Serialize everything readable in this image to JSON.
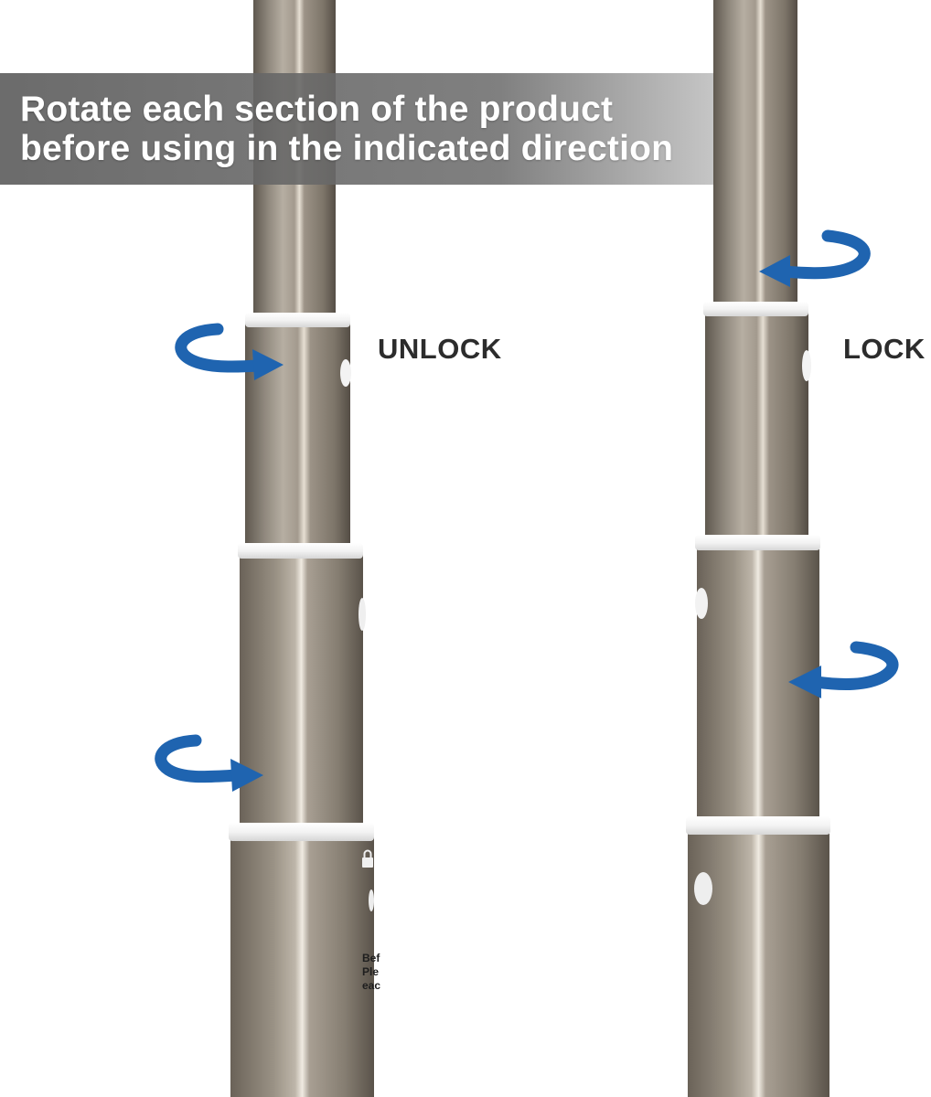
{
  "banner": {
    "line1": "Rotate each section of the product",
    "line2": "before using in the indicated direction"
  },
  "labels": {
    "unlock": "UNLOCK",
    "lock": "LOCK"
  },
  "pole_label": {
    "line1": "Bef",
    "line2": "Ple",
    "line3": "eac"
  },
  "colors": {
    "arrow": "#1f64b0",
    "metal": "#8c8377",
    "ring": "#f2f2f2"
  }
}
